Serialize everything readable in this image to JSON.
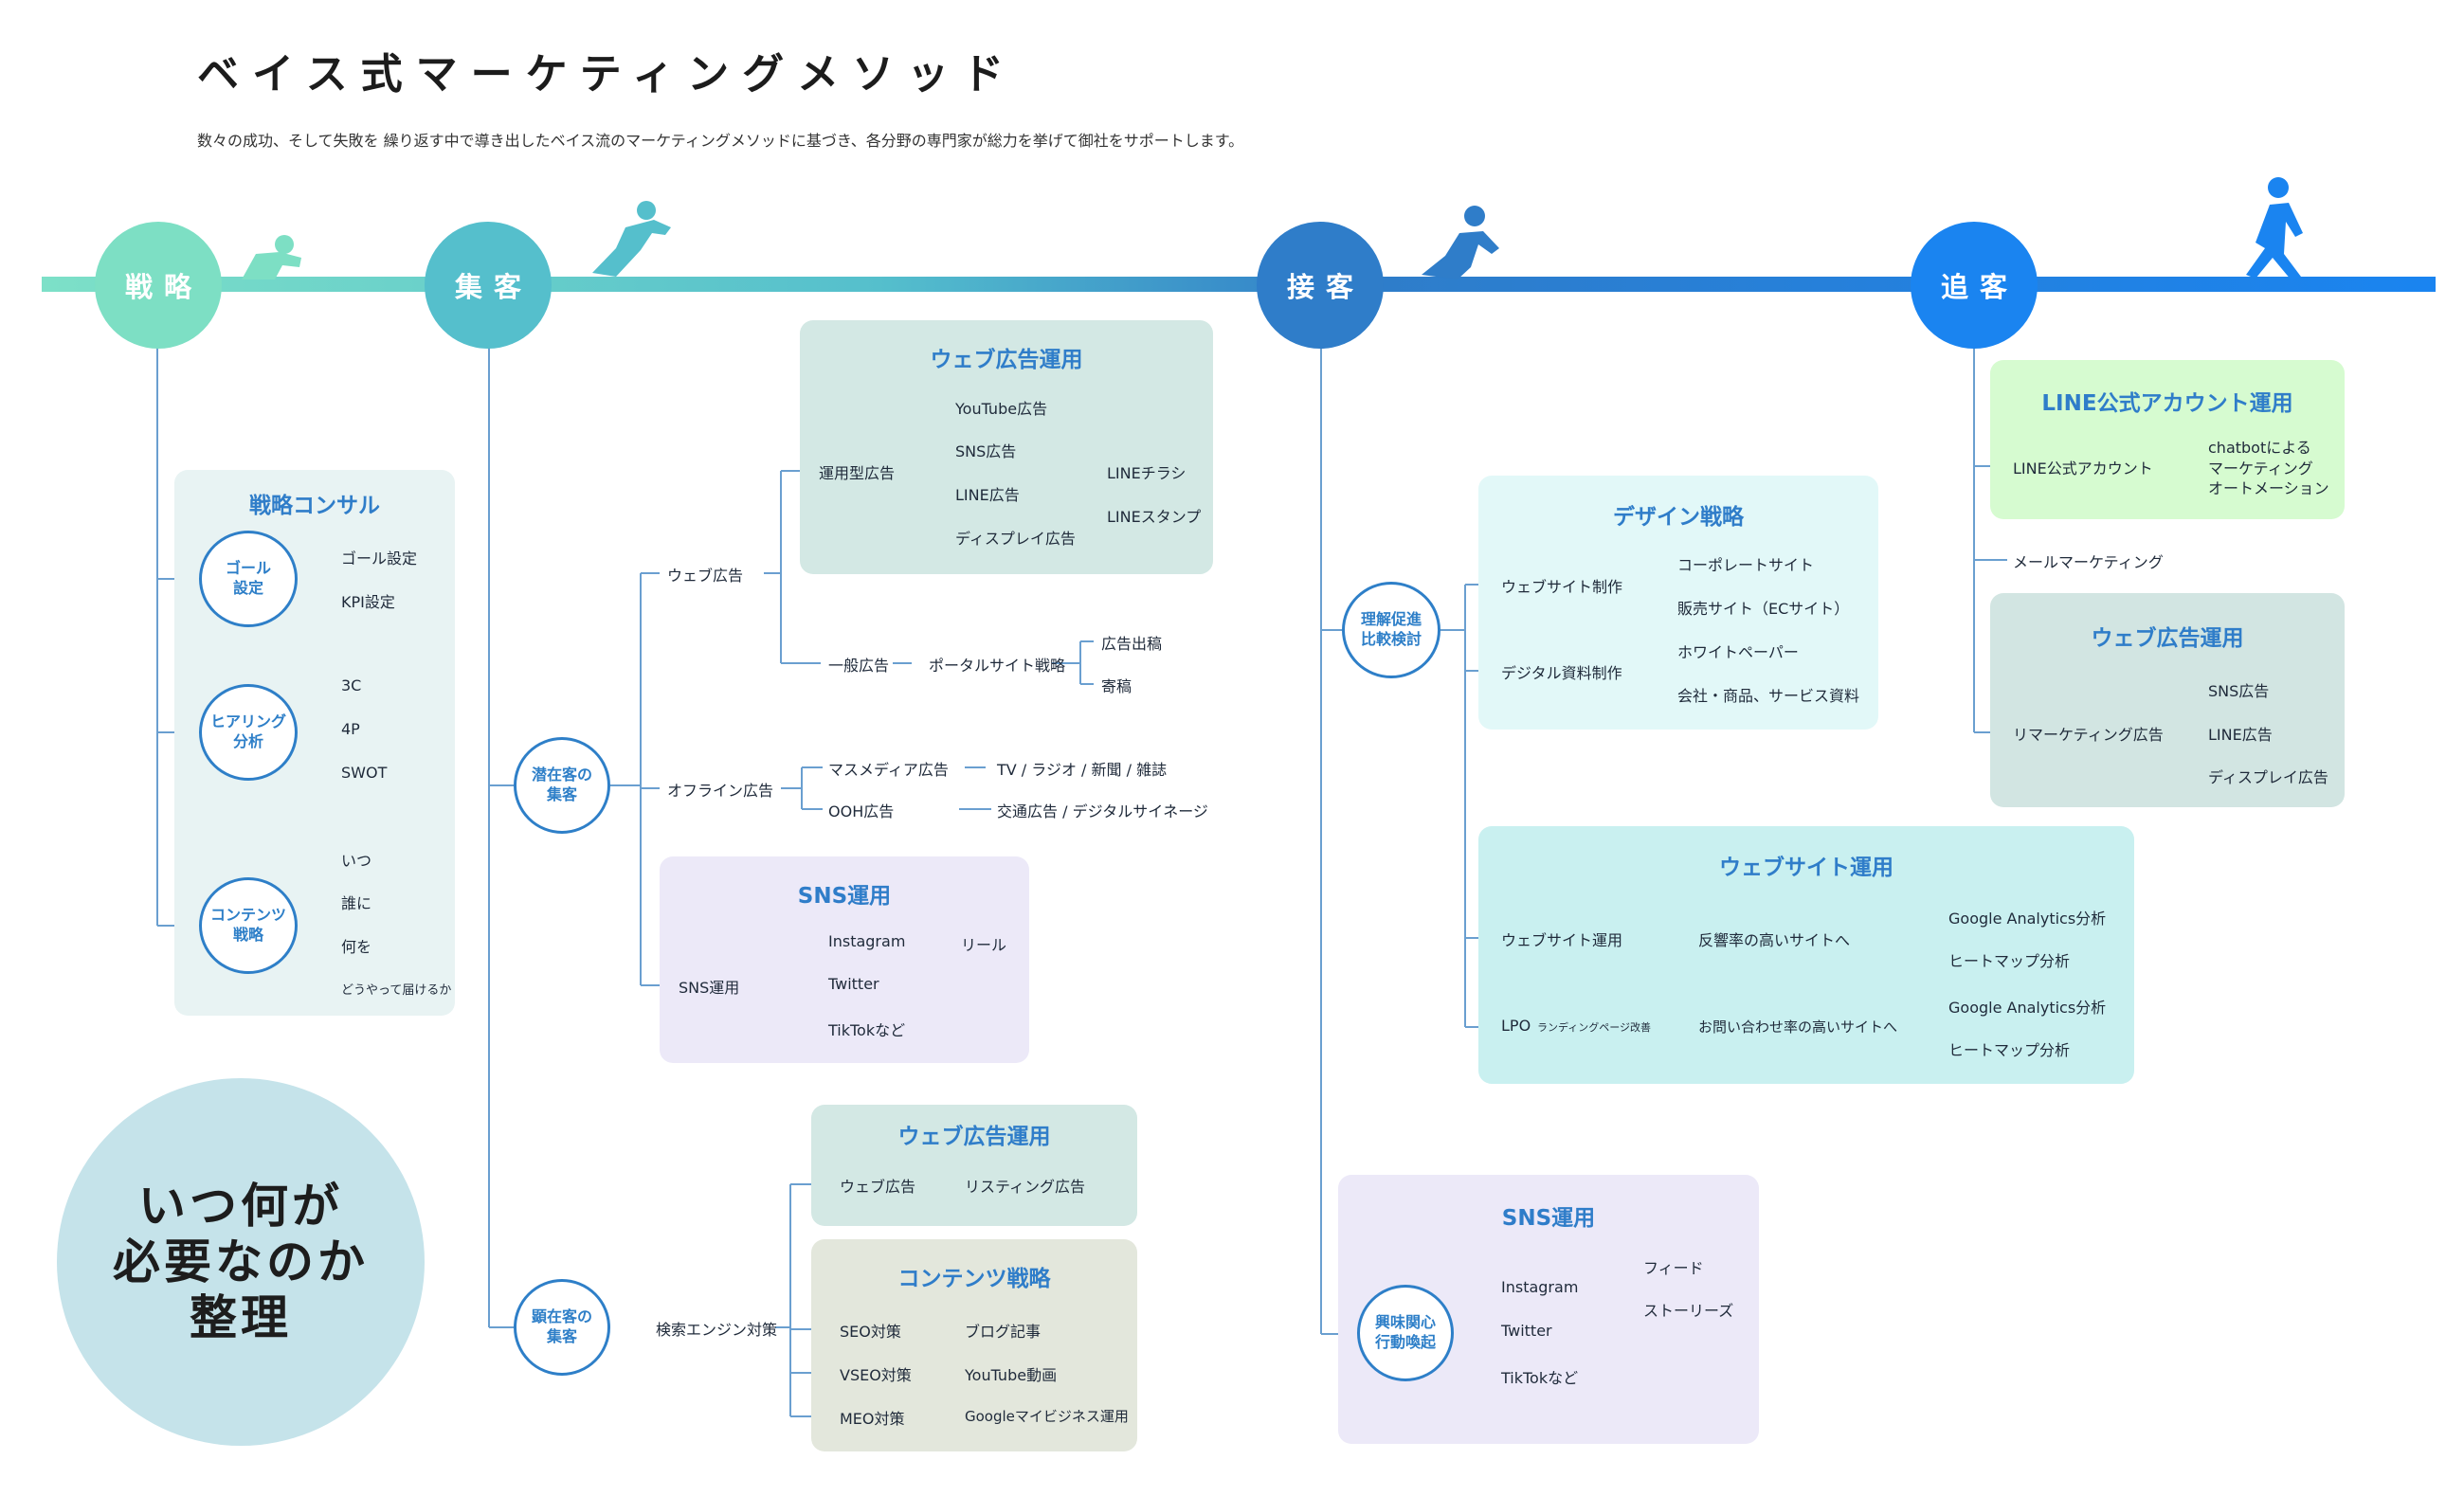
{
  "title": "ベイス式マーケティングメソッド",
  "subtitle": "数々の成功、そして失敗を 繰り返す中で導き出したベイス流のマーケティングメソッドに基づき、各分野の専門家が総力を挙げて御社をサポートします。",
  "stages": [
    "戦略",
    "集客",
    "接客",
    "追客"
  ],
  "colors": {
    "stage1": "#7ddfc4",
    "stage2": "#55bfcc",
    "stage3": "#2f7dc9",
    "stage4": "#1a84f0",
    "accent": "#2e7fc8"
  },
  "strategy": {
    "box_title": "戦略コンサル",
    "goal": {
      "node": "ゴール 設定",
      "items": [
        "ゴール設定",
        "KPI設定"
      ]
    },
    "hearing": {
      "node": "ヒアリング 分析",
      "items": [
        "3C",
        "4P",
        "SWOT"
      ]
    },
    "content": {
      "node": "コンテンツ 戦略",
      "items": [
        "いつ",
        "誰に",
        "何を",
        "どうやって届けるか"
      ]
    }
  },
  "acquisition": {
    "potential_node": "潜在客の 集客",
    "web_ad": "ウェブ広告",
    "web_ad_box_title": "ウェブ広告運用",
    "operated_ad": "運用型広告",
    "operated_items": [
      "YouTube広告",
      "SNS広告",
      "LINE広告",
      "ディスプレイ広告"
    ],
    "line_items": [
      "LINEチラシ",
      "LINEスタンプ"
    ],
    "general_ad": "一般広告",
    "portal": "ポータルサイト戦略",
    "portal_items": [
      "広告出稿",
      "寄稿"
    ],
    "offline_ad": "オフライン広告",
    "mass": "マスメディア広告",
    "mass_detail": "TV / ラジオ / 新聞 / 雑誌",
    "ooh": "OOH広告",
    "ooh_detail": "交通広告 / デジタルサイネージ",
    "sns_box_title": "SNS運用",
    "sns": "SNS運用",
    "sns_items": [
      "Instagram",
      "Twitter",
      "TikTokなど"
    ],
    "reel": "リール",
    "active_node": "顕在客の 集客",
    "search": "検索エンジン対策",
    "web_ad2_box_title": "ウェブ広告運用",
    "web_ad2": "ウェブ広告",
    "listing": "リスティング広告",
    "content_box_title": "コンテンツ戦略",
    "seo": [
      "SEO対策",
      "VSEO対策",
      "MEO対策"
    ],
    "seo_detail": [
      "ブログ記事",
      "YouTube動画",
      "Googleマイビジネス運用"
    ]
  },
  "service": {
    "understanding_node": "理解促進 比較検討",
    "design_box_title": "デザイン戦略",
    "web_prod": "ウェブサイト制作",
    "web_prod_items": [
      "コーポレートサイト",
      "販売サイト（ECサイト）"
    ],
    "doc_prod": "デジタル資料制作",
    "doc_prod_items": [
      "ホワイトペーパー",
      "会社・商品、サービス資料"
    ],
    "website_box_title": "ウェブサイト運用",
    "web_op": "ウェブサイト運用",
    "web_op_detail": "反響率の高いサイトへ",
    "lpo": "LPO",
    "lpo_note": "ランディングページ改善",
    "lpo_detail": "お問い合わせ率の高いサイトへ",
    "analytics": [
      "Google Analytics分析",
      "ヒートマップ分析"
    ],
    "interest_node": "興味関心 行動喚起",
    "sns_box_title": "SNS運用",
    "sns_items": [
      "Instagram",
      "Twitter",
      "TikTokなど"
    ],
    "insta_items": [
      "フィード",
      "ストーリーズ"
    ]
  },
  "followup": {
    "line_box_title": "LINE公式アカウント運用",
    "line_account": "LINE公式アカウント",
    "chatbot": "chatbotによる マーケティング オートメーション",
    "mail": "メールマーケティング",
    "web_box_title": "ウェブ広告運用",
    "remarketing": "リマーケティング広告",
    "remarketing_items": [
      "SNS広告",
      "LINE広告",
      "ディスプレイ広告"
    ]
  },
  "note": "いつ何が 必要なのか 整理"
}
